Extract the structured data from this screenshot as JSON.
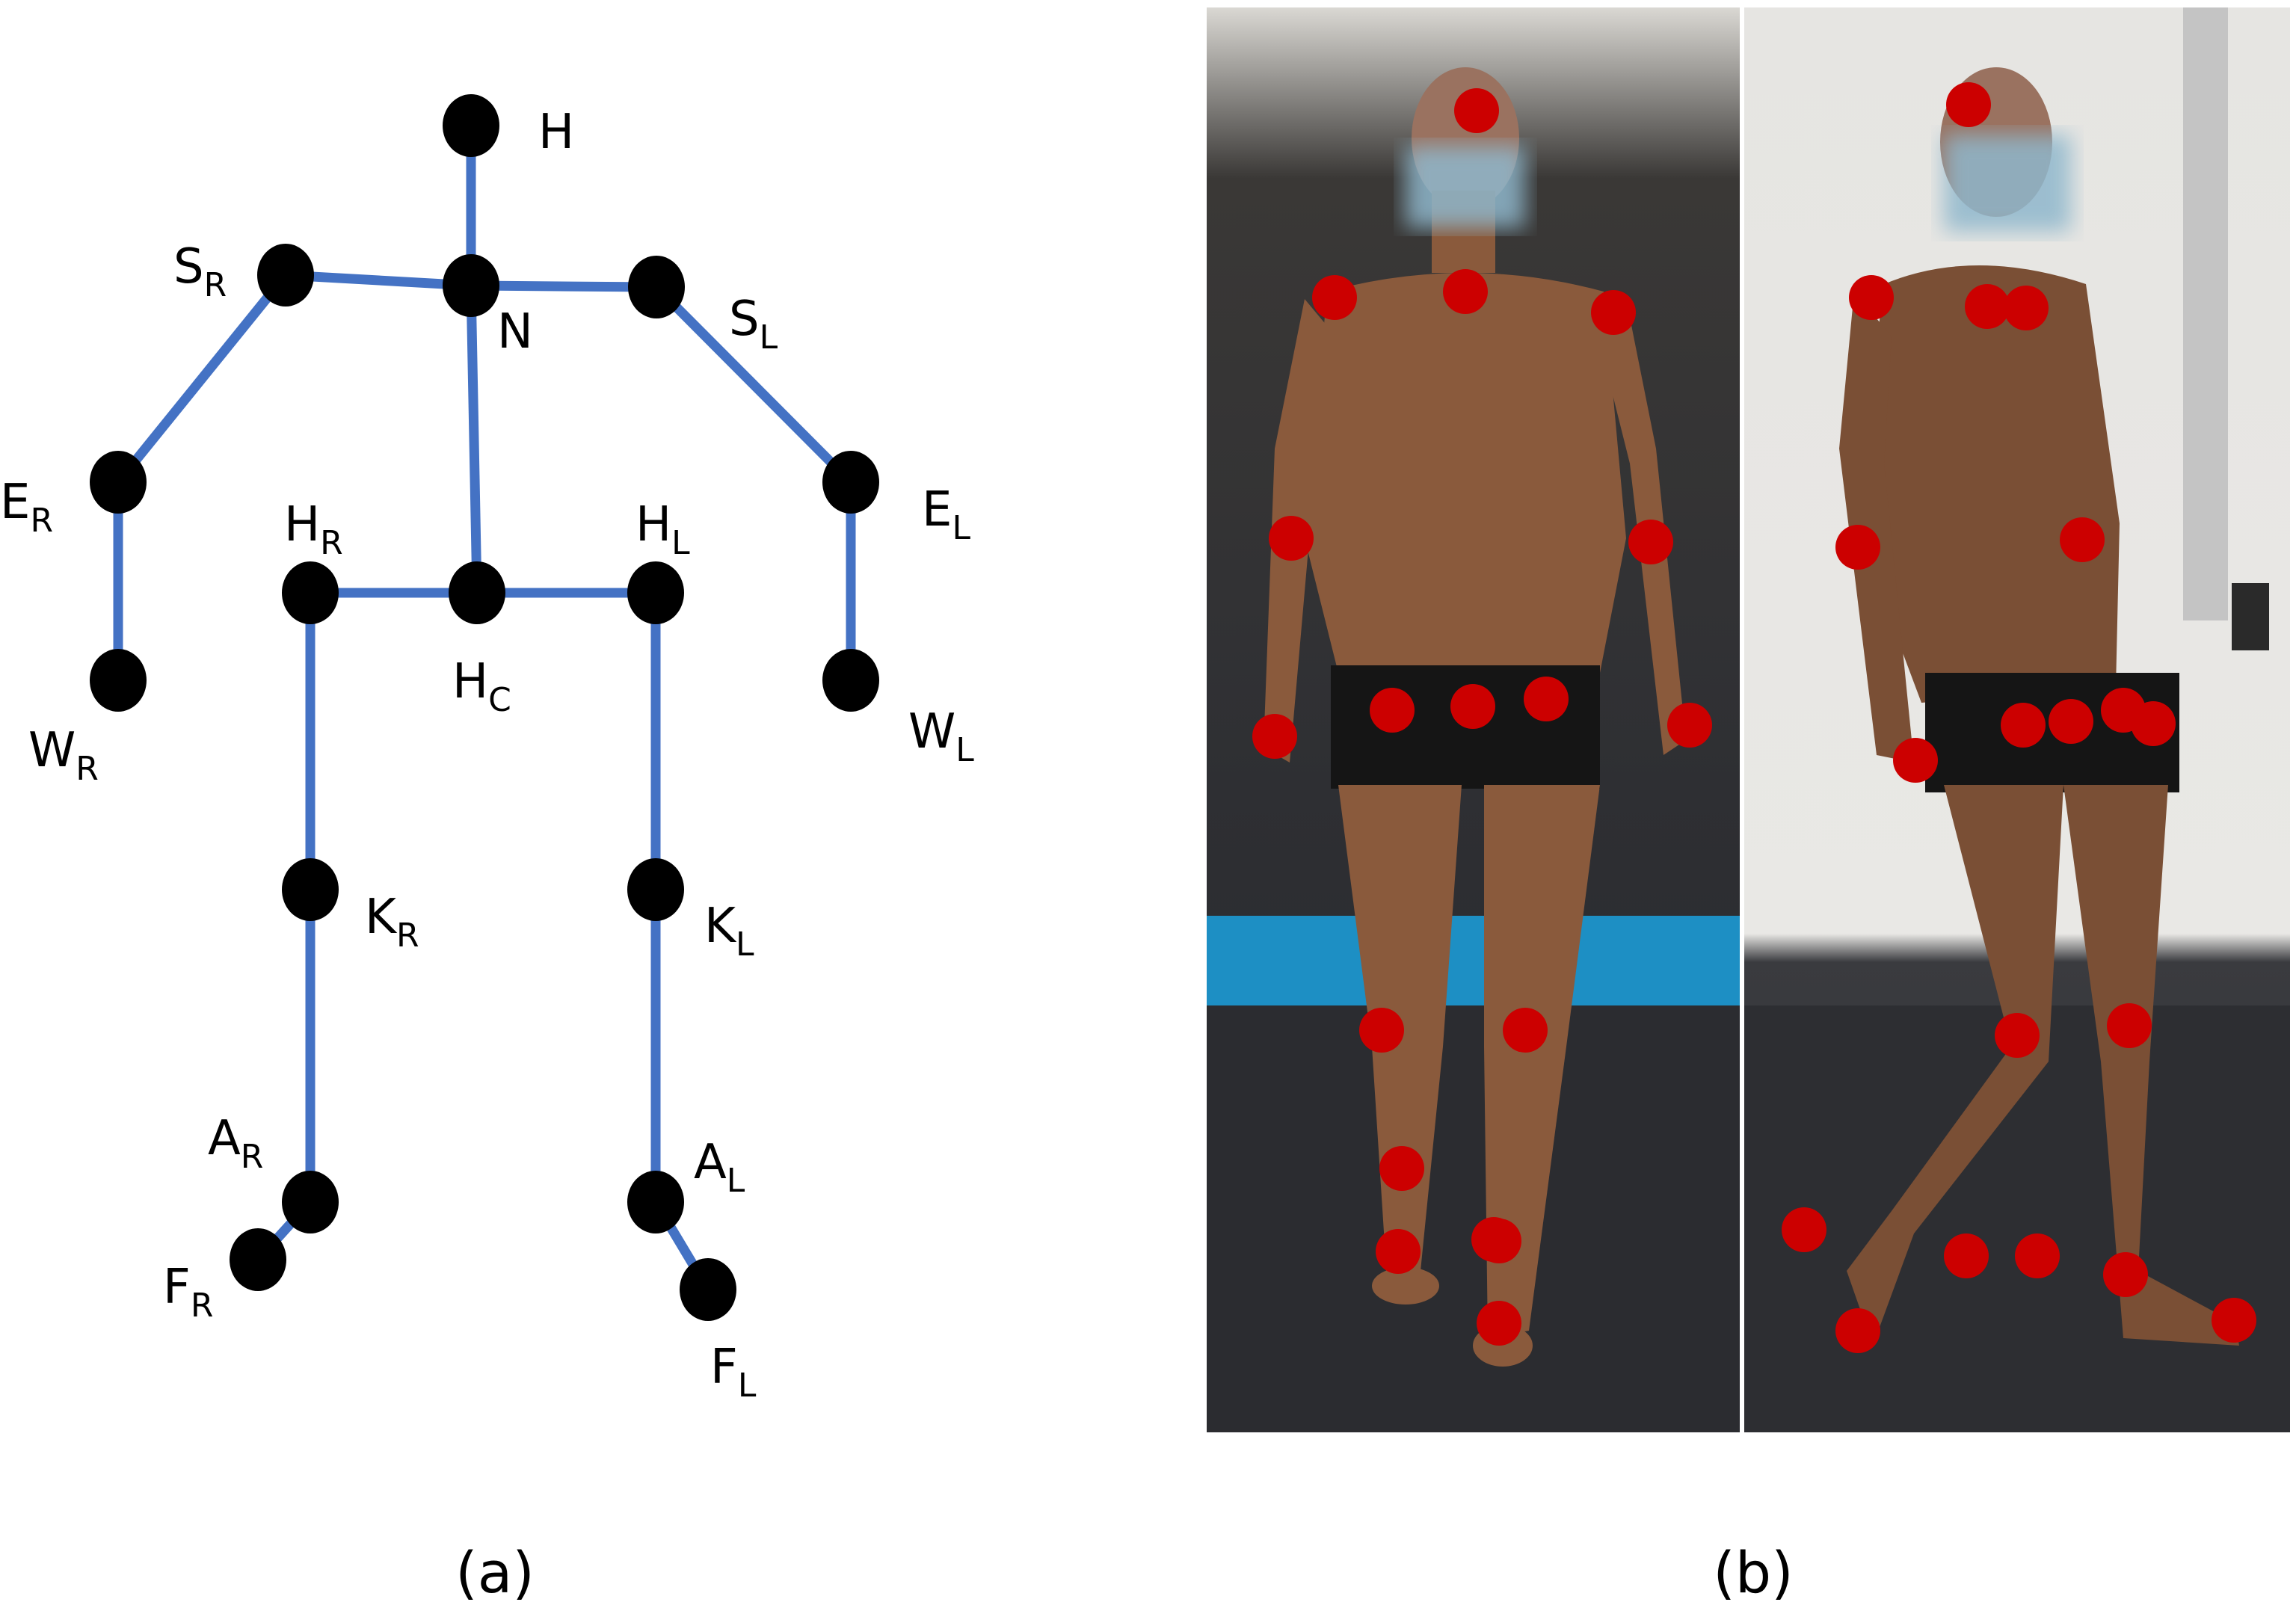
{
  "panel_a": {
    "caption": "(a)",
    "joints": [
      {
        "id": "H",
        "base": "H",
        "sub": ""
      },
      {
        "id": "N",
        "base": "N",
        "sub": ""
      },
      {
        "id": "SR",
        "base": "S",
        "sub": "R"
      },
      {
        "id": "SL",
        "base": "S",
        "sub": "L"
      },
      {
        "id": "ER",
        "base": "E",
        "sub": "R"
      },
      {
        "id": "EL",
        "base": "E",
        "sub": "L"
      },
      {
        "id": "WR",
        "base": "W",
        "sub": "R"
      },
      {
        "id": "WL",
        "base": "W",
        "sub": "L"
      },
      {
        "id": "HR",
        "base": "H",
        "sub": "R"
      },
      {
        "id": "HC",
        "base": "H",
        "sub": "C"
      },
      {
        "id": "HL",
        "base": "H",
        "sub": "L"
      },
      {
        "id": "KR",
        "base": "K",
        "sub": "R"
      },
      {
        "id": "KL",
        "base": "K",
        "sub": "L"
      },
      {
        "id": "AR",
        "base": "A",
        "sub": "R"
      },
      {
        "id": "AL",
        "base": "A",
        "sub": "L"
      },
      {
        "id": "FR",
        "base": "F",
        "sub": "R"
      },
      {
        "id": "FL",
        "base": "F",
        "sub": "L"
      }
    ],
    "bones": [
      [
        "H",
        "N"
      ],
      [
        "N",
        "SR"
      ],
      [
        "N",
        "SL"
      ],
      [
        "SR",
        "ER"
      ],
      [
        "ER",
        "WR"
      ],
      [
        "SL",
        "EL"
      ],
      [
        "EL",
        "WL"
      ],
      [
        "N",
        "HC"
      ],
      [
        "HC",
        "HR"
      ],
      [
        "HC",
        "HL"
      ],
      [
        "HR",
        "KR"
      ],
      [
        "KR",
        "AR"
      ],
      [
        "AR",
        "FR"
      ],
      [
        "HL",
        "KL"
      ],
      [
        "KL",
        "AL"
      ],
      [
        "AL",
        "FL"
      ]
    ],
    "colors": {
      "bone": "#4472c4",
      "joint": "#000000"
    }
  },
  "panel_b": {
    "caption": "(b)",
    "photos": [
      {
        "name": "frontal-view",
        "marker_count": 18
      },
      {
        "name": "sagittal-view",
        "marker_count": 19
      }
    ],
    "colors": {
      "marker": "#cc0000"
    }
  }
}
